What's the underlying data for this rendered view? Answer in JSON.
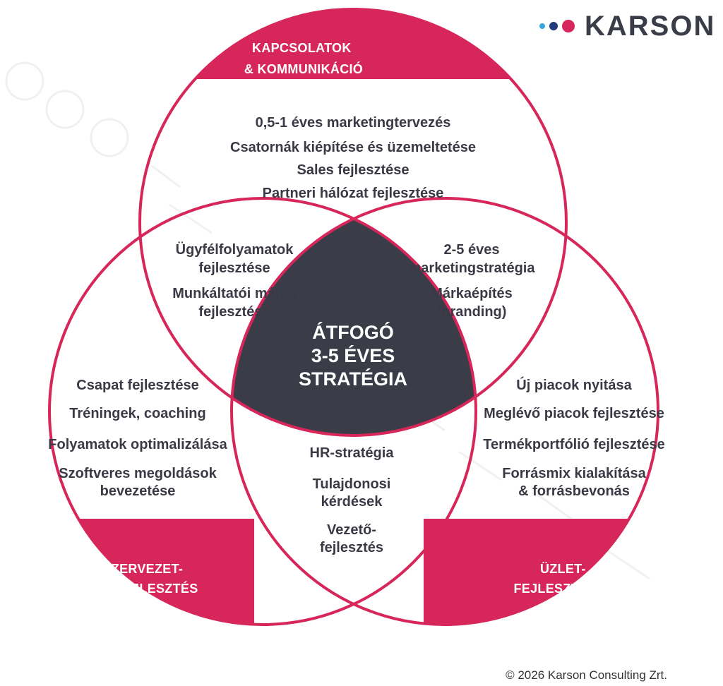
{
  "colors": {
    "accent": "#d6265a",
    "center": "#3a3d48",
    "text": "#3a3a46",
    "logo_text": "#3a3d48",
    "dot_blue": "#35a6e0",
    "dot_navy": "#1f3b7a",
    "dot_red": "#d6265a"
  },
  "logo": {
    "text": "KARSON"
  },
  "circles": {
    "top": {
      "label": [
        "KAPCSOLATOK",
        "& KOMMUNIKÁCIÓ"
      ],
      "items": [
        "0,5-1 éves marketingtervezés",
        "Csatornák kiépítése és üzemeltetése",
        "Sales fejlesztése",
        "Partneri hálózat fejlesztése"
      ]
    },
    "left": {
      "label": [
        "SZERVEZET-",
        "FEJLESZTÉS"
      ],
      "items": [
        "Csapat fejlesztése",
        "Tréningek, coaching",
        "Folyamatok optimalizálása",
        "Szoftveres megoldások",
        "bevezetése"
      ]
    },
    "right": {
      "label": [
        "ÜZLET-",
        "FEJLESZTÉS"
      ],
      "items": [
        "Új piacok nyitása",
        "Meglévő piacok fejlesztése",
        "Termékportfólió fejlesztése",
        "Forrásmix kialakítása",
        "& forrásbevonás"
      ]
    }
  },
  "overlaps": {
    "top_left": [
      "Ügyfélfolyamatok",
      "fejlesztése",
      "Munkáltatói márka",
      "fejlesztése"
    ],
    "top_right": [
      "2-5 éves",
      "marketingstratégia",
      "Márkaépítés",
      "(branding)"
    ],
    "left_right": [
      "HR-stratégia",
      "Tulajdonosi",
      "kérdések",
      "Vezető-",
      "fejlesztés"
    ]
  },
  "center": {
    "lines": [
      "ÁTFOGÓ",
      "3-5 ÉVES",
      "STRATÉGIA"
    ]
  },
  "copyright": "© 2026 Karson Consulting Zrt."
}
